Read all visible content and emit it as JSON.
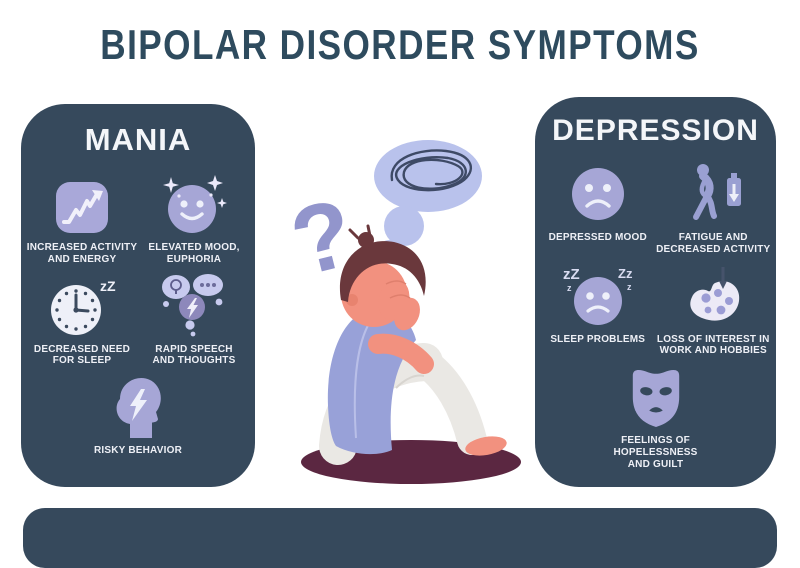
{
  "title": "BIPOLAR DISORDER SYMPTOMS",
  "mania": {
    "heading": "MANIA",
    "items": [
      {
        "label": "INCREASED ACTIVITY\nAND ENERGY"
      },
      {
        "label": "ELEVATED MOOD,\nEUPHORIA"
      },
      {
        "label": "DECREASED NEED\nFOR SLEEP",
        "zz": "zZ"
      },
      {
        "label": "RAPID SPEECH\nAND THOUGHTS"
      },
      {
        "label": "RISKY BEHAVIOR"
      }
    ]
  },
  "depression": {
    "heading": "DEPRESSION",
    "items": [
      {
        "label": "DEPRESSED MOOD"
      },
      {
        "label": "FATIGUE AND\nDECREASED ACTIVITY"
      },
      {
        "label": "SLEEP PROBLEMS",
        "zz_left": "zZ",
        "zz_right": "Zz"
      },
      {
        "label": "LOSS OF INTEREST IN\nWORK AND HOBBIES"
      },
      {
        "label": "FEELINGS OF\nHOPELESSNESS\nAND GUILT"
      }
    ]
  },
  "center": {
    "question_mark": "?"
  },
  "colors": {
    "background": "#ffffff",
    "title_text": "#2e4b5e",
    "panel_background": "#36495c",
    "panel_heading_text": "#f4f6f9",
    "label_text": "#eef0f6",
    "icon_purple": "#a6a6d6",
    "icon_light": "#edecf7",
    "bubble_light": "#b9c2ec",
    "scribble": "#3e4a66",
    "question_mark": "#9295cc",
    "skin": "#f2917f",
    "hair": "#6a383c",
    "shirt": "#98a1d8",
    "pants": "#eae8e4",
    "floor_shadow": "#5b2741"
  }
}
